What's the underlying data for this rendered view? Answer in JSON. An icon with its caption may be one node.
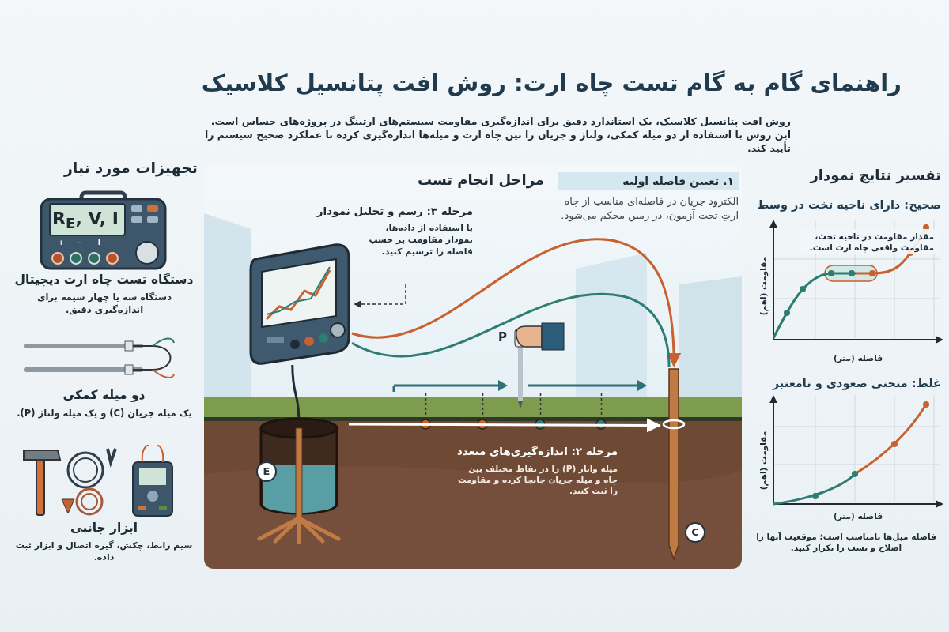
{
  "diagram": {
    "title": "راهنمای گام به گام تست چاه ارت: روش افت پتانسیل کلاسیک",
    "nodes": [
      {
        "text": [
          "تجهیزات مورد نیاز"
        ]
      },
      {
        "text": [
          "دستگاه تست چاه ارت دیجیتال",
          "دستگاه سه یا چهار سیمه برای اندازه‌گیری دقیق."
        ],
        "in": 0
      },
      {
        "text": [
          "دو میله کمکی",
          "یک میله جریان (C) و یک میله ولتاژ (P)."
        ],
        "in": 0
      },
      {
        "text": [
          "ابزار جانبی",
          "سیم رابط، چکش، گیره اتصال و ابزار ثبت داده."
        ],
        "in": 0
      },
      {
        "text": [
          "مراحل انجام تست"
        ]
      },
      {
        "text": [
          "۱. تعیین فاصله اولیه",
          "الکترود جریان در فاصله‌ای مناسب از چاه ارتِ تحت آزمون، در زمین محکم می‌شود."
        ],
        "in": 4
      },
      {
        "text": [
          "مرحله ۳: رسم و تحلیل نمودار",
          "با استفاده از داده‌ها، نمودار مقاومت بر حسب فاصله را ترسیم کنید."
        ],
        "in": 4
      },
      {
        "text": [
          "مرحله ۲: اندازه‌گیری‌های متعدد",
          "میله واناز (P) را در نقاط مختلف بین چاه و میله جریان جابجا کرده و مقاومت را ثبت کنید."
        ],
        "in": 4
      },
      {
        "text": [],
        "shape": "picture",
        "in": 4
      },
      {
        "text": [
          "E"
        ],
        "in": 4
      },
      {
        "text": [
          "C"
        ],
        "in": 4
      },
      {
        "text": [
          "P"
        ],
        "in": 4
      },
      {
        "text": [
          "تفسیر نتایج نمودار"
        ]
      },
      {
        "text": [
          "صحیح: دارای ناحیه تخت در وسط",
          "مقدار مقاومت در ناحیه تخت، مقاومت واقعی چاه ارت است.",
          "مقاومت (اهم)",
          "فاصله (متر)"
        ],
        "in": 12
      },
      {
        "text": [
          "غلط: منحنی صعودی و نامعتبر",
          "مقاومت (اهم)",
          "فاصله (متر)",
          "فاصله میل‌ها نامناسب است؛ موقعیت آنها را اصلاح و تست را تکرار کنید."
        ],
        "in": 12
      }
    ],
    "edges": [
      {
        "from": 6,
        "to": 8,
        "arrow": "to",
        "style": "dashed",
        "color": "#333333"
      },
      {
        "from": 8,
        "to": 9,
        "arrow": "none",
        "color": "#1f2a33"
      },
      {
        "from": 8,
        "to": 10,
        "arrow": "to",
        "color": "#c8602f"
      },
      {
        "from": 8,
        "to": 10,
        "arrow": "none",
        "color": "#2e7d74"
      },
      {
        "from": 9,
        "to": 10,
        "arrow": "to",
        "color": "#ffffff"
      }
    ],
    "labels": [
      "روش افت پتانسیل کلاسیک، یک استاندارد دقیق برای اندازه‌گیری مقاومت سیستم‌های ارتینگ در پروژه‌های حساس است. این روش با استفاده از دو میله کمکی، ولتاژ و جریان را بین چاه ارت و میله‌ها اندازه‌گیری کرده تا عملکرد صحیح سیستم را تأیید کند.",
      "R$_{E}$, V, I",
      "+",
      "−",
      "I"
    ]
  }
}
